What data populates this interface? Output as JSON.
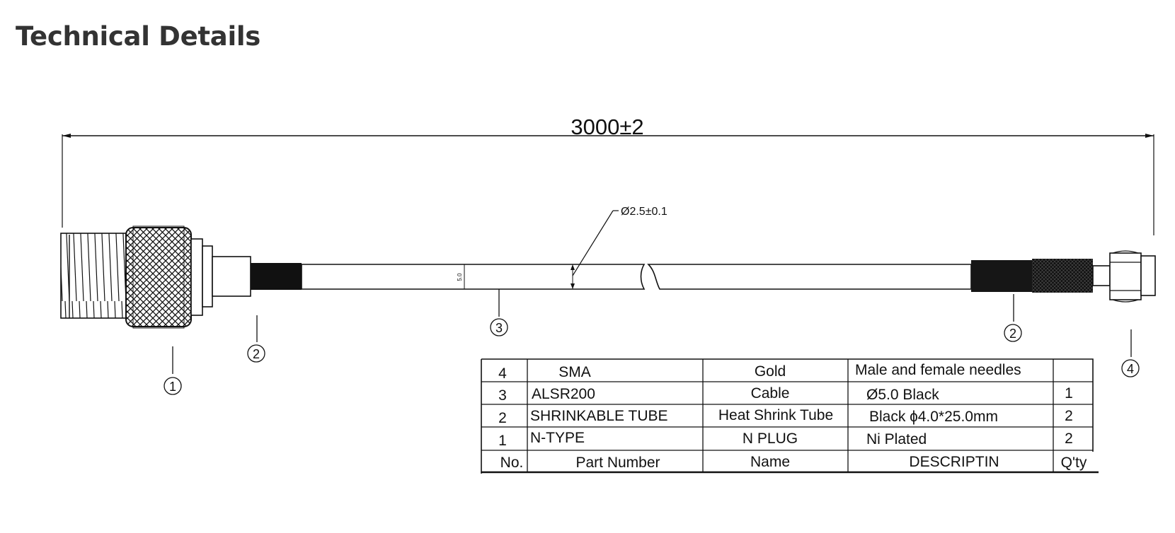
{
  "page": {
    "title": "Technical Details"
  },
  "drawing": {
    "overall_length": "3000±2",
    "cable_diameter": "Ø2.5±0.1",
    "jacket_mark": "5.0",
    "callouts": [
      "1",
      "2",
      "3",
      "2",
      "4"
    ]
  },
  "bom": {
    "headers": {
      "no": "No.",
      "part_number": "Part Number",
      "name": "Name",
      "description": "DESCRIPTIN",
      "qty": "Q'ty"
    },
    "rows": [
      {
        "no": "4",
        "part_number": "SMA",
        "name": "Gold",
        "description": "Male and female needles",
        "qty": ""
      },
      {
        "no": "3",
        "part_number": "ALSR200",
        "name": "Cable",
        "description": "Ø5.0 Black",
        "qty": "1"
      },
      {
        "no": "2",
        "part_number": "SHRINKABLE TUBE",
        "name": "Heat Shrink Tube",
        "description": "Black ɸ4.0*25.0mm",
        "qty": "2"
      },
      {
        "no": "1",
        "part_number": "N-TYPE",
        "name": "N PLUG",
        "description": "Ni Plated",
        "qty": "2"
      }
    ]
  }
}
